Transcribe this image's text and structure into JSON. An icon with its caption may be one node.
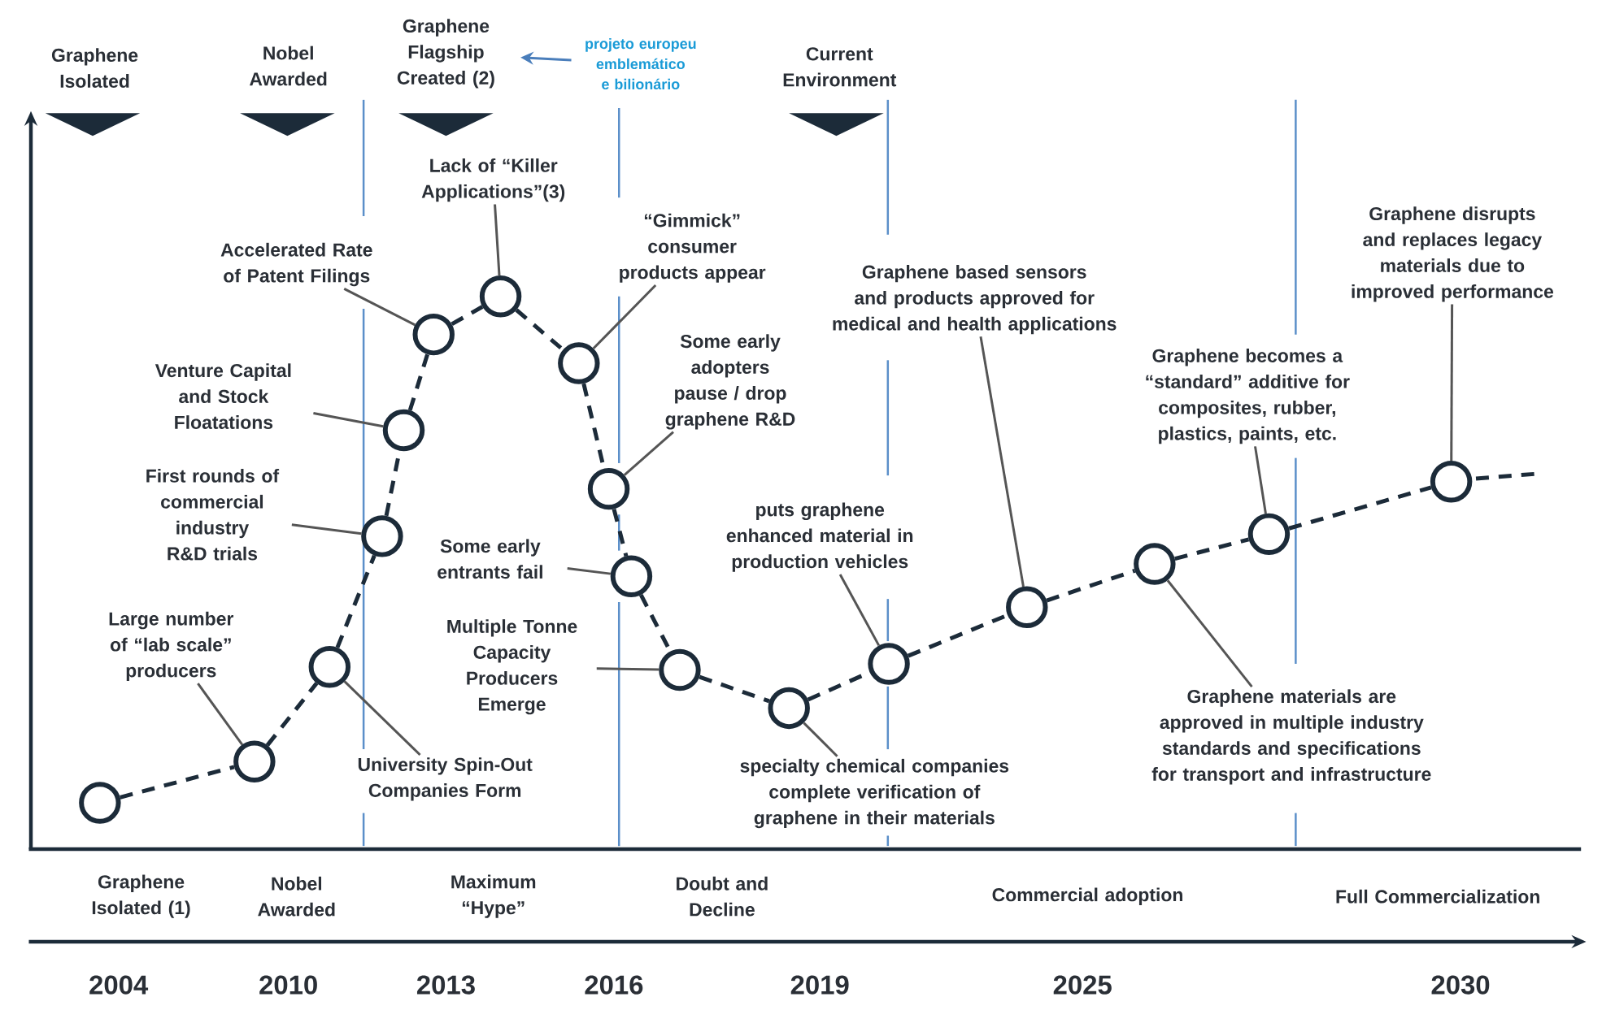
{
  "diagram": {
    "nodes": [
      {
        "text": [
          "Graphene Isolated"
        ]
      },
      {
        "text": [
          "Nobel Awarded"
        ]
      },
      {
        "text": [
          "Graphene Flagship Created (2)"
        ]
      },
      {
        "text": [
          "projeto europeu emblemático e bilionário"
        ]
      },
      {
        "text": [
          "Current Environment"
        ]
      },
      {
        "text": [
          "Large number of “lab scale” producers"
        ]
      },
      {
        "text": [
          "University Spin-Out Companies Form"
        ]
      },
      {
        "text": [
          "First rounds of commercial industry R&D trials"
        ]
      },
      {
        "text": [
          "Venture Capital and Stock Floatations"
        ]
      },
      {
        "text": [
          "Accelerated Rate of Patent Filings"
        ]
      },
      {
        "text": [
          "Lack of “Killer Applications”(3)"
        ]
      },
      {
        "text": [
          "“Gimmick” consumer products appear"
        ]
      },
      {
        "text": [
          "Some early adopters pause / drop graphene R&D"
        ]
      },
      {
        "text": [
          "Some early entrants fail"
        ]
      },
      {
        "text": [
          "Multiple Tonne Capacity Producers Emerge"
        ]
      },
      {
        "text": [
          "specialty chemical companies complete verification of graphene in their materials"
        ]
      },
      {
        "text": [
          "puts graphene enhanced material in production vehicles"
        ]
      },
      {
        "text": [
          "Graphene based sensors and products approved for medical and health applications"
        ]
      },
      {
        "text": [
          "Graphene materials are approved in multiple industry standards and specifications for transport and infrastructure"
        ]
      },
      {
        "text": [
          "Graphene becomes a “standard” additive for composites, rubber, plastics, paints, etc."
        ]
      },
      {
        "text": [
          "Graphene disrupts and replaces legacy materials due to improved performance"
        ]
      },
      {
        "text": [],
        "shape": "circle"
      },
      {
        "text": [],
        "shape": "circle"
      },
      {
        "text": [],
        "shape": "circle"
      },
      {
        "text": [],
        "shape": "circle"
      },
      {
        "text": [],
        "shape": "circle"
      },
      {
        "text": [],
        "shape": "circle"
      },
      {
        "text": [],
        "shape": "circle"
      },
      {
        "text": [],
        "shape": "circle"
      },
      {
        "text": [],
        "shape": "circle"
      },
      {
        "text": [],
        "shape": "circle"
      },
      {
        "text": [],
        "shape": "circle"
      },
      {
        "text": [],
        "shape": "circle"
      },
      {
        "text": [],
        "shape": "circle"
      },
      {
        "text": [],
        "shape": "circle"
      },
      {
        "text": [],
        "shape": "circle"
      },
      {
        "text": [],
        "shape": "circle"
      },
      {
        "text": [],
        "shape": "circle"
      }
    ],
    "edges": [
      {
        "from": 3,
        "to": 2,
        "arrow": "to",
        "color": "#4a7ebb"
      },
      {
        "from": 5,
        "to": 22,
        "arrow": "none"
      },
      {
        "from": 6,
        "to": 23,
        "arrow": "none"
      },
      {
        "from": 7,
        "to": 24,
        "arrow": "none"
      },
      {
        "from": 8,
        "to": 25,
        "arrow": "none"
      },
      {
        "from": 9,
        "to": 26,
        "arrow": "none"
      },
      {
        "from": 10,
        "to": 27,
        "arrow": "none"
      },
      {
        "from": 11,
        "to": 28,
        "arrow": "none"
      },
      {
        "from": 12,
        "to": 29,
        "arrow": "none"
      },
      {
        "from": 13,
        "to": 30,
        "arrow": "none"
      },
      {
        "from": 14,
        "to": 31,
        "arrow": "none"
      },
      {
        "from": 15,
        "to": 32,
        "arrow": "none"
      },
      {
        "from": 16,
        "to": 33,
        "arrow": "none"
      },
      {
        "from": 17,
        "to": 34,
        "arrow": "none"
      },
      {
        "from": 18,
        "to": 35,
        "arrow": "none"
      },
      {
        "from": 19,
        "to": 36,
        "arrow": "none"
      },
      {
        "from": 20,
        "to": 37,
        "arrow": "none"
      },
      {
        "from": 21,
        "to": 22,
        "arrow": "none",
        "style": "dashed",
        "color": "#1c2b39"
      },
      {
        "from": 22,
        "to": 23,
        "arrow": "none",
        "style": "dashed",
        "color": "#1c2b39"
      },
      {
        "from": 23,
        "to": 24,
        "arrow": "none",
        "style": "dashed",
        "color": "#1c2b39"
      },
      {
        "from": 24,
        "to": 25,
        "arrow": "none",
        "style": "dashed",
        "color": "#1c2b39"
      },
      {
        "from": 25,
        "to": 26,
        "arrow": "none",
        "style": "dashed",
        "color": "#1c2b39"
      },
      {
        "from": 26,
        "to": 27,
        "arrow": "none",
        "style": "dashed",
        "color": "#1c2b39"
      },
      {
        "from": 27,
        "to": 28,
        "arrow": "none",
        "style": "dashed",
        "color": "#1c2b39"
      },
      {
        "from": 28,
        "to": 29,
        "arrow": "none",
        "style": "dashed",
        "color": "#1c2b39"
      },
      {
        "from": 29,
        "to": 30,
        "arrow": "none",
        "style": "dashed",
        "color": "#1c2b39"
      },
      {
        "from": 30,
        "to": 31,
        "arrow": "none",
        "style": "dashed",
        "color": "#1c2b39"
      },
      {
        "from": 31,
        "to": 32,
        "arrow": "none",
        "style": "dashed",
        "color": "#1c2b39"
      },
      {
        "from": 32,
        "to": 33,
        "arrow": "none",
        "style": "dashed",
        "color": "#1c2b39"
      },
      {
        "from": 33,
        "to": 34,
        "arrow": "none",
        "style": "dashed",
        "color": "#1c2b39"
      },
      {
        "from": 34,
        "to": 35,
        "arrow": "none",
        "style": "dashed",
        "color": "#1c2b39"
      },
      {
        "from": 35,
        "to": 36,
        "arrow": "none",
        "style": "dashed",
        "color": "#1c2b39"
      },
      {
        "from": 36,
        "to": 37,
        "arrow": "none",
        "style": "dashed",
        "color": "#1c2b39"
      }
    ],
    "labels": [
      "Graphene Isolated (1)",
      "Nobel Awarded",
      "Maximum “Hype”",
      "Doubt and Decline",
      "Commercial adoption",
      "Full Commercialization",
      "2004",
      "2010",
      "2013",
      "2016",
      "2019",
      "2025",
      "2030"
    ]
  }
}
